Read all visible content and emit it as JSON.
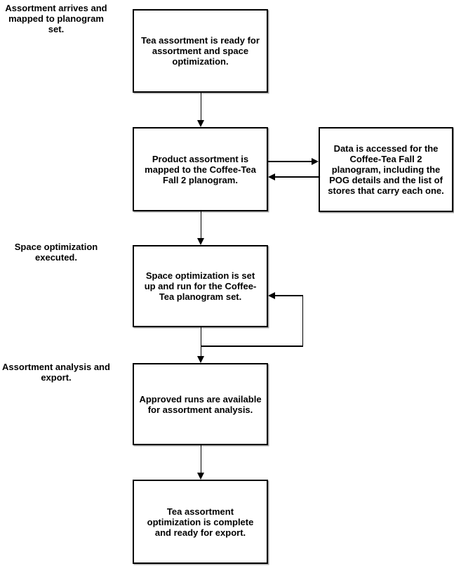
{
  "diagram": {
    "side_labels": [
      {
        "lines": [
          "Assortment arrives and",
          "mapped to planogram",
          "set."
        ]
      },
      {
        "lines": [
          "Space optimization",
          "executed."
        ]
      },
      {
        "lines": [
          "Assortment analysis and",
          "export."
        ]
      }
    ],
    "boxes": [
      {
        "lines": [
          "Tea assortment is ready for",
          "assortment and space",
          "optimization."
        ]
      },
      {
        "lines": [
          "Product assortment is",
          "mapped to the Coffee-Tea",
          "Fall 2 planogram."
        ]
      },
      {
        "lines": [
          "Data is accessed for the",
          "Coffee-Tea Fall 2",
          "planogram, including the",
          "POG details and the list of",
          "stores that carry each one."
        ]
      },
      {
        "lines": [
          "Space optimization is set",
          "up and run for the Coffee-",
          "Tea planogram set."
        ]
      },
      {
        "lines": [
          "Approved runs are available",
          "for assortment analysis."
        ]
      },
      {
        "lines": [
          "Tea assortment",
          "optimization is complete",
          "and ready for export."
        ]
      }
    ],
    "colors": {
      "line": "#000000",
      "text": "#000000",
      "box_background": "#ffffff",
      "page_background": "#ffffff",
      "box_shadow": "#a9a9a9"
    }
  }
}
